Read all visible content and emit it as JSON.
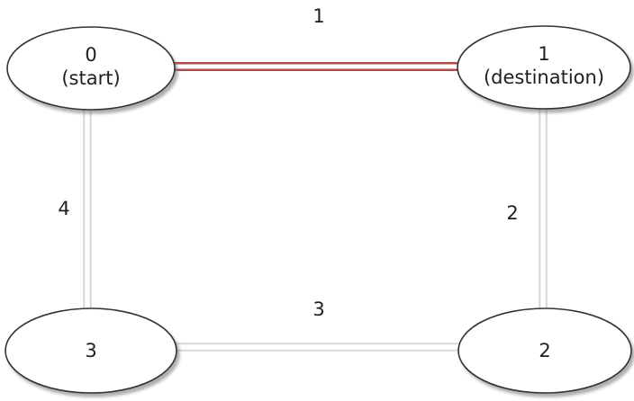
{
  "graph": {
    "description": "Weighted undirected graph with four nodes; edge from start node 0 to destination node 1 is highlighted",
    "colors": {
      "background": "#ffffff",
      "edge_default": "#d8d8d8",
      "edge_highlight": "#ac4c4c",
      "node_fill": "#ffffff",
      "node_border": "#333333",
      "label_text": "#1f1f1f"
    },
    "nodes": [
      {
        "id": "0",
        "label": "0",
        "sublabel": "(start)"
      },
      {
        "id": "1",
        "label": "1",
        "sublabel": "(destination)"
      },
      {
        "id": "2",
        "label": "2",
        "sublabel": ""
      },
      {
        "id": "3",
        "label": "3",
        "sublabel": ""
      }
    ],
    "edges": [
      {
        "from": "0",
        "to": "1",
        "weight": "1",
        "highlighted": true
      },
      {
        "from": "0",
        "to": "3",
        "weight": "4",
        "highlighted": false
      },
      {
        "from": "1",
        "to": "2",
        "weight": "2",
        "highlighted": false
      },
      {
        "from": "3",
        "to": "2",
        "weight": "3",
        "highlighted": false
      }
    ]
  }
}
